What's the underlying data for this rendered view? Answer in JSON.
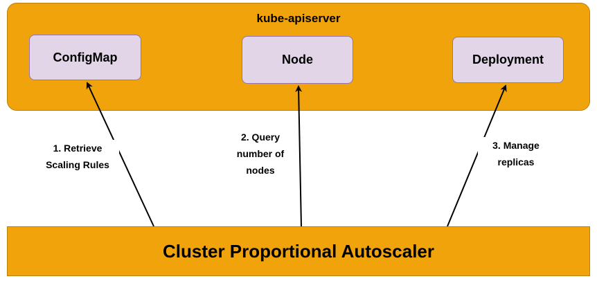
{
  "apiserver": {
    "title": "kube-apiserver",
    "resources": [
      {
        "label": "ConfigMap"
      },
      {
        "label": "Node"
      },
      {
        "label": "Deployment"
      }
    ]
  },
  "edges": [
    {
      "lines": [
        "1. Retrieve",
        "Scaling Rules"
      ]
    },
    {
      "lines": [
        "2. Query",
        "number of",
        "nodes"
      ]
    },
    {
      "lines": [
        "3. Manage",
        "replicas"
      ]
    }
  ],
  "autoscaler": {
    "title": "Cluster Proportional Autoscaler"
  },
  "colors": {
    "container_fill": "#f0a30a",
    "container_stroke": "#bd7f06",
    "resource_fill": "#e1d5e7",
    "resource_stroke": "#9673a6",
    "arrow": "#000000"
  }
}
